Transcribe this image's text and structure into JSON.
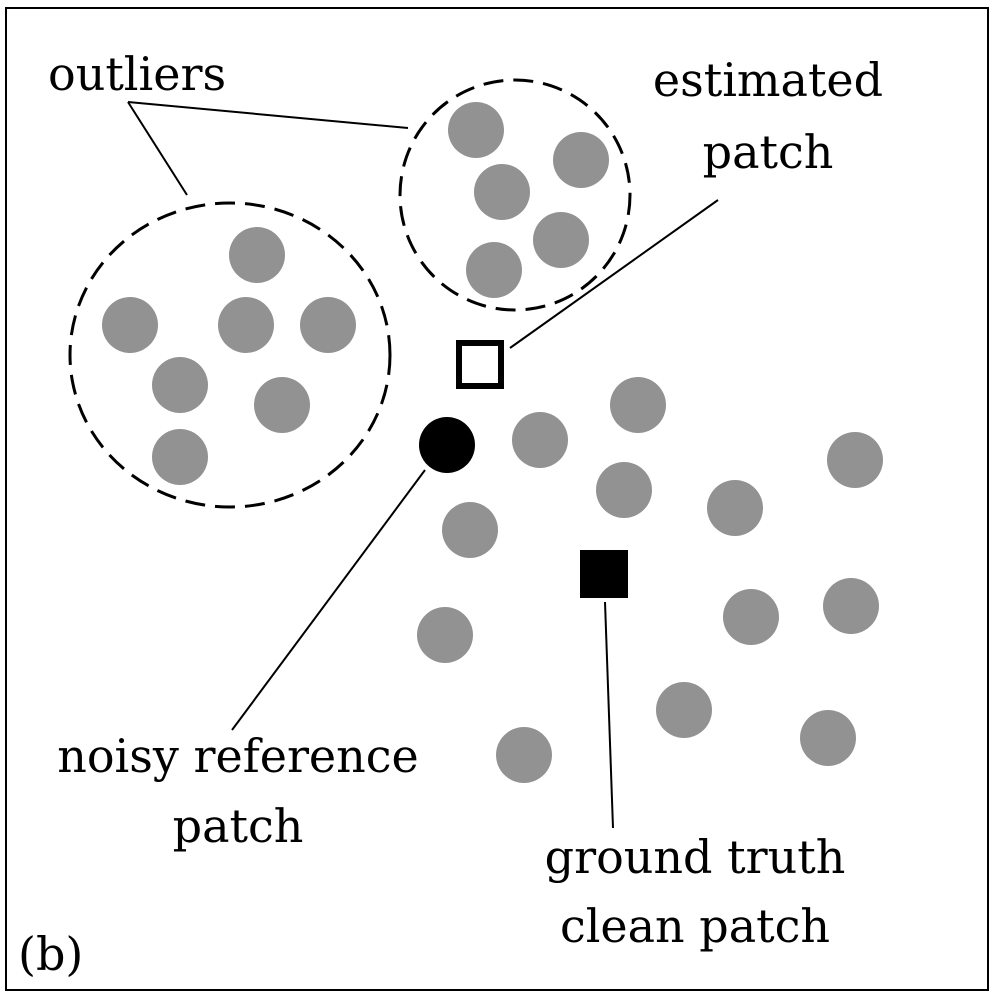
{
  "labels": {
    "outliers": "outliers",
    "estimated_line1": "estimated",
    "estimated_line2": "patch",
    "noisy_line1": "noisy reference",
    "noisy_line2": "patch",
    "truth_line1": "ground truth",
    "truth_line2": "clean patch",
    "panel": "(b)"
  },
  "colors": {
    "patch_fill": "#929292",
    "reference_fill": "#000000",
    "estimated_stroke": "#000000",
    "ground_truth_fill": "#000000",
    "outline": "#000000"
  }
}
